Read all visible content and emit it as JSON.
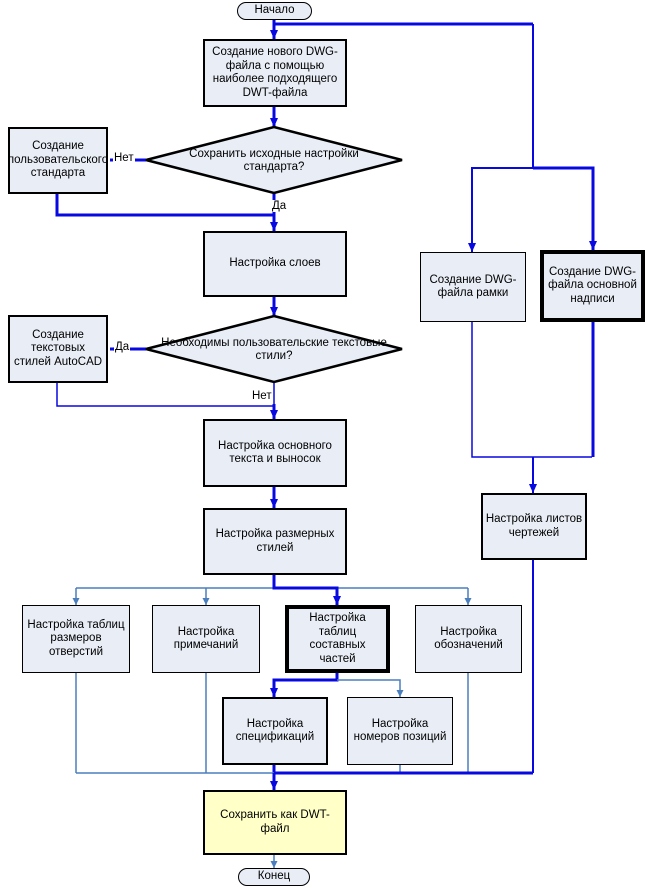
{
  "diagram": {
    "nodes": {
      "start": "Начало",
      "create_dwg": "Создание нового DWG-файла с помощью наиболее подходящего DWT-файла",
      "keep_standard_q": "Сохранить исходные настройки стандарта?",
      "create_user_standard": "Создание пользовательского стандарта",
      "layers": "Настройка слоев",
      "need_text_styles_q": "Необходимы пользовательские текстовые стили?",
      "create_text_styles": "Создание текстовых стилей AutoCAD",
      "main_text": "Настройка основного текста и выносок",
      "dim_styles": "Настройка размерных стилей",
      "hole_tables": "Настройка таблиц размеров отверстий",
      "notes": "Настройка примечаний",
      "parts_tables": "Настройка таблиц составных частей",
      "symbols": "Настройка обозначений",
      "specs": "Настройка спецификаций",
      "item_numbers": "Настройка номеров позиций",
      "frame_dwg": "Создание DWG-файла рамки",
      "title_block_dwg": "Создание DWG-файла основной надписи",
      "sheets": "Настройка листов чертежей",
      "save_dwt": "Сохранить как DWT-файл",
      "end": "Конец"
    },
    "labels": {
      "no1": "Нет",
      "yes1": "Да",
      "yes2": "Да",
      "no2": "Нет"
    },
    "colors": {
      "node_fill": "#e9edf6",
      "save_fill": "#ffffc8",
      "bold_line": "#0808e0",
      "thin_line": "#4a7ebd"
    }
  }
}
